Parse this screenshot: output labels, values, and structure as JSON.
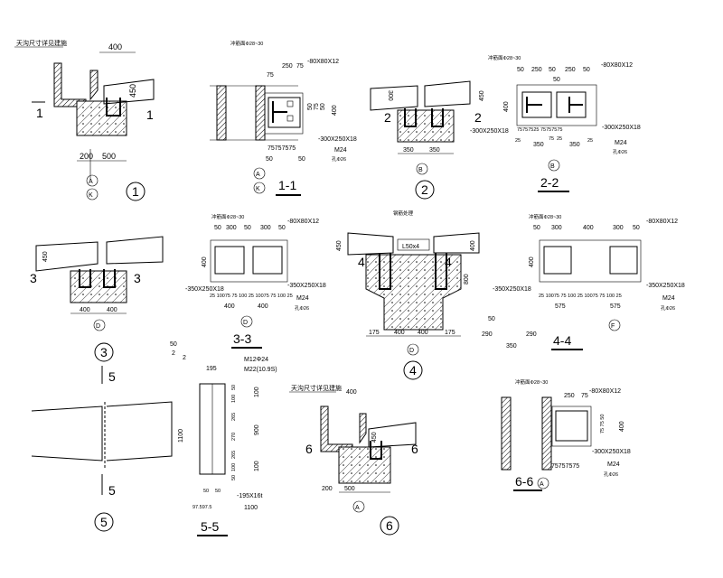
{
  "d1": {
    "note": "天沟尺寸详见建施",
    "w": "400",
    "h": "450",
    "secL": "1",
    "secR": "1",
    "d200": "200",
    "d500": "500",
    "axA": "A",
    "axK": "K",
    "title": "1"
  },
  "s11": {
    "note": "冲筋面Φ28~30",
    "d250": "250",
    "d75": "75",
    "plate": "-80X80X12",
    "v75": "75",
    "v400": "400",
    "v50a": "50",
    "v75b": "75",
    "v50b": "50",
    "base": "-300X250X18",
    "bolt": "M24",
    "hole": "孔Φ26",
    "bot": "75757575",
    "b50a": "50",
    "b50b": "50",
    "axA": "A",
    "axK": "K",
    "title": "1-1"
  },
  "d2": {
    "h300": "300",
    "h450": "450",
    "secL": "2",
    "secR": "2",
    "d350a": "350",
    "d350b": "350",
    "ax": "B",
    "title": "2"
  },
  "s22": {
    "note": "冲筋面Φ28~30",
    "top": [
      "50",
      "250",
      "50",
      "250",
      "50"
    ],
    "mid50": "50",
    "plate": "-80X80X12",
    "v400": "400",
    "baseL": "-300X250X18",
    "baseR": "-300X250X18",
    "bot": "75757525 75757575",
    "d25a": "25",
    "d75": "75",
    "d25b": "25",
    "d25c": "25",
    "d350a": "350",
    "d350b": "350",
    "bolt": "M24",
    "hole": "孔Φ26",
    "ax": "B",
    "title": "2-2"
  },
  "d3": {
    "h450": "450",
    "secL": "3",
    "secR": "3",
    "d400a": "400",
    "d400b": "400",
    "ax": "D",
    "title": "3"
  },
  "s33": {
    "note": "冲筋面Φ28~30",
    "top": [
      "50",
      "300",
      "50",
      "300",
      "50"
    ],
    "plate": "-80X80X12",
    "v400": "400",
    "baseL": "-350X250X18",
    "baseR": "-350X250X18",
    "bot": "25 10075 75 100 25 10075 75 100 25",
    "d400a": "400",
    "d400b": "400",
    "bolt": "M24",
    "hole": "孔Φ26",
    "ax": "D",
    "title": "3-3"
  },
  "d4": {
    "note": "钢筋处理",
    "angle": "L50x4",
    "h450": "450",
    "h400": "400",
    "h800": "800",
    "secL": "4",
    "secR": "4",
    "bot": [
      "175",
      "400",
      "400",
      "175"
    ],
    "ax": "D",
    "title": "4"
  },
  "s44": {
    "note": "冲筋面Φ28~30",
    "top": [
      "50",
      "300",
      "400",
      "300",
      "50"
    ],
    "plate": "-80X80X12",
    "v400": "400",
    "baseL": "-350X250X18",
    "baseR": "-350X250X18",
    "bot": "25 10075 75 100 25 10075 75 100 25",
    "d575a": "575",
    "d575b": "575",
    "bolt": "M24",
    "hole": "孔Φ26",
    "ax": "F",
    "title": "4-4",
    "extra": [
      "50",
      "290",
      "290",
      "350"
    ]
  },
  "d5": {
    "secT": "5",
    "secB": "5",
    "title": "5"
  },
  "s55": {
    "weld": [
      "50",
      "2",
      "2"
    ],
    "w195": "195",
    "bolt1": "M12Φ24",
    "bolt2": "M22(10.9S)",
    "h1100": "1100",
    "vert": [
      "50",
      "100",
      "265",
      "270",
      "265",
      "100",
      "50"
    ],
    "right": [
      "100",
      "900",
      "100"
    ],
    "b50": [
      "50",
      "50"
    ],
    "b975": "97.597.5",
    "plate": "-195X16t",
    "len": "1100",
    "title": "5-5"
  },
  "d6": {
    "note": "天沟尺寸详见建施",
    "w": "400",
    "h": "450",
    "secL": "6",
    "secR": "6",
    "d200": "200",
    "d500": "500",
    "ax": "A",
    "title": "6"
  },
  "s66": {
    "note": "冲筋面Φ28~30",
    "d250": "250",
    "d75": "75",
    "plate": "-80X80X12",
    "vert": "75 75 50",
    "v400": "400",
    "base": "-300X250X18",
    "bolt": "M24",
    "hole": "孔Φ26",
    "bot": "75757575",
    "ax": "A",
    "title": "6-6"
  }
}
